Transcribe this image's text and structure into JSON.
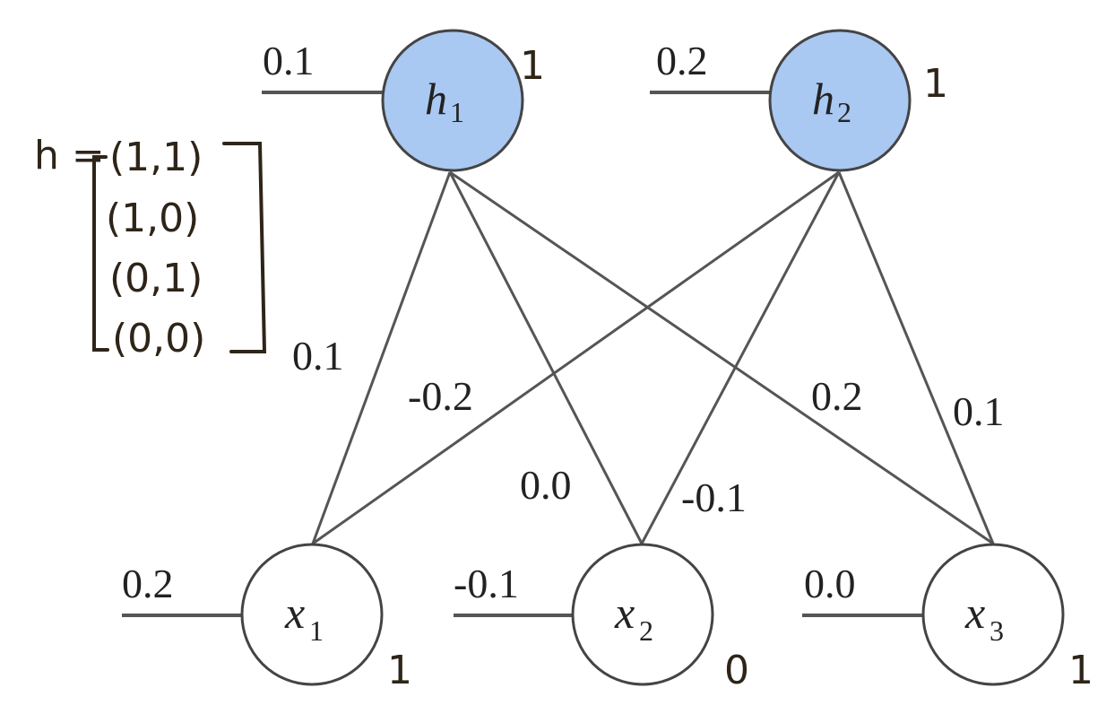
{
  "hidden_nodes": [
    {
      "label": "h",
      "sub": "1",
      "bias": "0.1",
      "state": "1"
    },
    {
      "label": "h",
      "sub": "2",
      "bias": "0.2",
      "state": "1"
    }
  ],
  "visible_nodes": [
    {
      "label": "x",
      "sub": "1",
      "bias": "0.2",
      "state": "1"
    },
    {
      "label": "x",
      "sub": "2",
      "bias": "-0.1",
      "state": "0"
    },
    {
      "label": "x",
      "sub": "3",
      "bias": "0.0",
      "state": "1"
    }
  ],
  "edges": [
    {
      "from": "h1",
      "to": "x1",
      "weight": "0.1"
    },
    {
      "from": "h1",
      "to": "x2",
      "weight": "0.0"
    },
    {
      "from": "h1",
      "to": "x3",
      "weight": "0.2"
    },
    {
      "from": "h2",
      "to": "x1",
      "weight": "-0.2"
    },
    {
      "from": "h2",
      "to": "x2",
      "weight": "-0.1"
    },
    {
      "from": "h2",
      "to": "x3",
      "weight": "0.1"
    }
  ],
  "annotation": {
    "prefix": "h =",
    "rows": [
      "(1,1)",
      "(1,0)",
      "(0,1)",
      "(0,0)"
    ]
  }
}
